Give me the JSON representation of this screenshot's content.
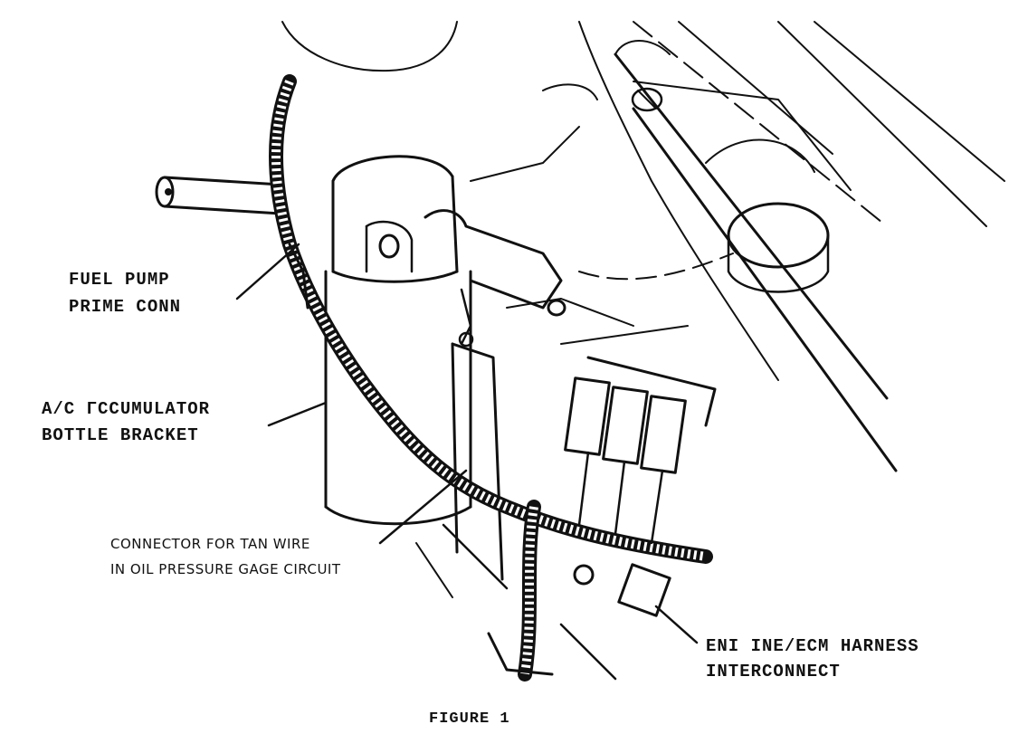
{
  "figure": {
    "caption": "FIGURE 1",
    "labels": {
      "fuel_pump_line1": "FUEL PUMP",
      "fuel_pump_line2": "PRIME CONN",
      "accumulator_line1": "A/C ΓCCUMULATOR",
      "accumulator_line2": "BOTTLE BRACKET",
      "connector_line1": "CONNECTOR FOR TAN WIRE",
      "connector_line2": "IN OIL PRESSURE GAGE CIRCUIT",
      "harness_line1": "ENI INE/ECM HARNESS",
      "harness_line2": "INTERCONNECT"
    },
    "colors": {
      "ink": "#111111",
      "paper": "#ffffff"
    }
  }
}
